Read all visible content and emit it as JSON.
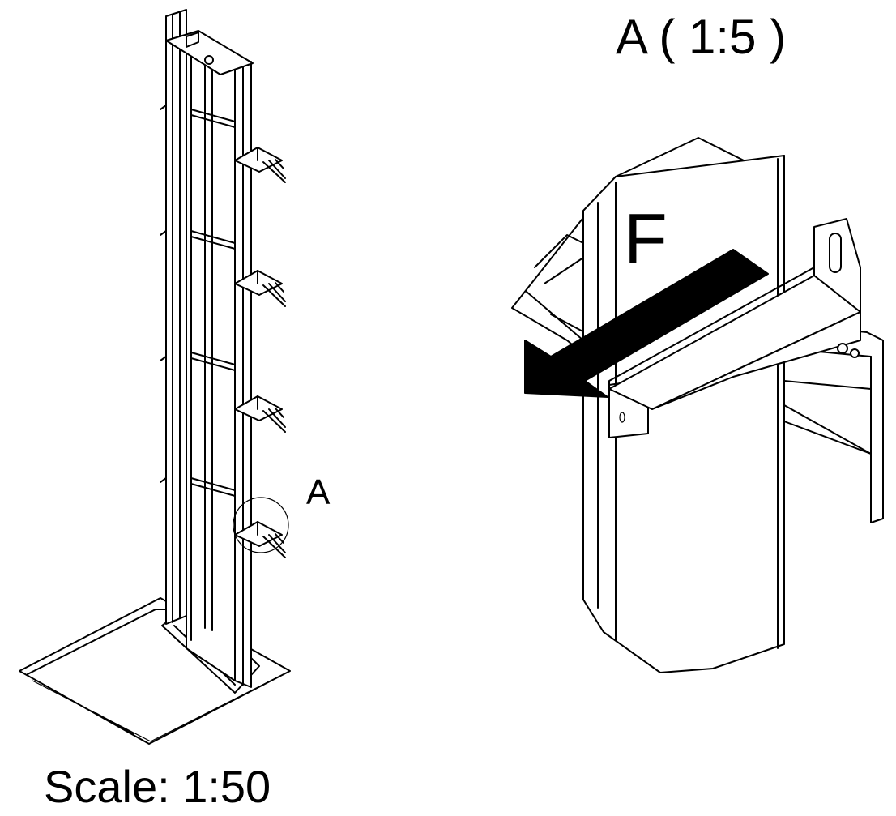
{
  "labels": {
    "detail_title": "A ( 1:5 )",
    "callout_letter": "A",
    "force_label": "F",
    "scale_label": "Scale: 1:50"
  },
  "colors": {
    "line": "#000000",
    "background": "#ffffff",
    "arrow_fill": "#000000"
  }
}
